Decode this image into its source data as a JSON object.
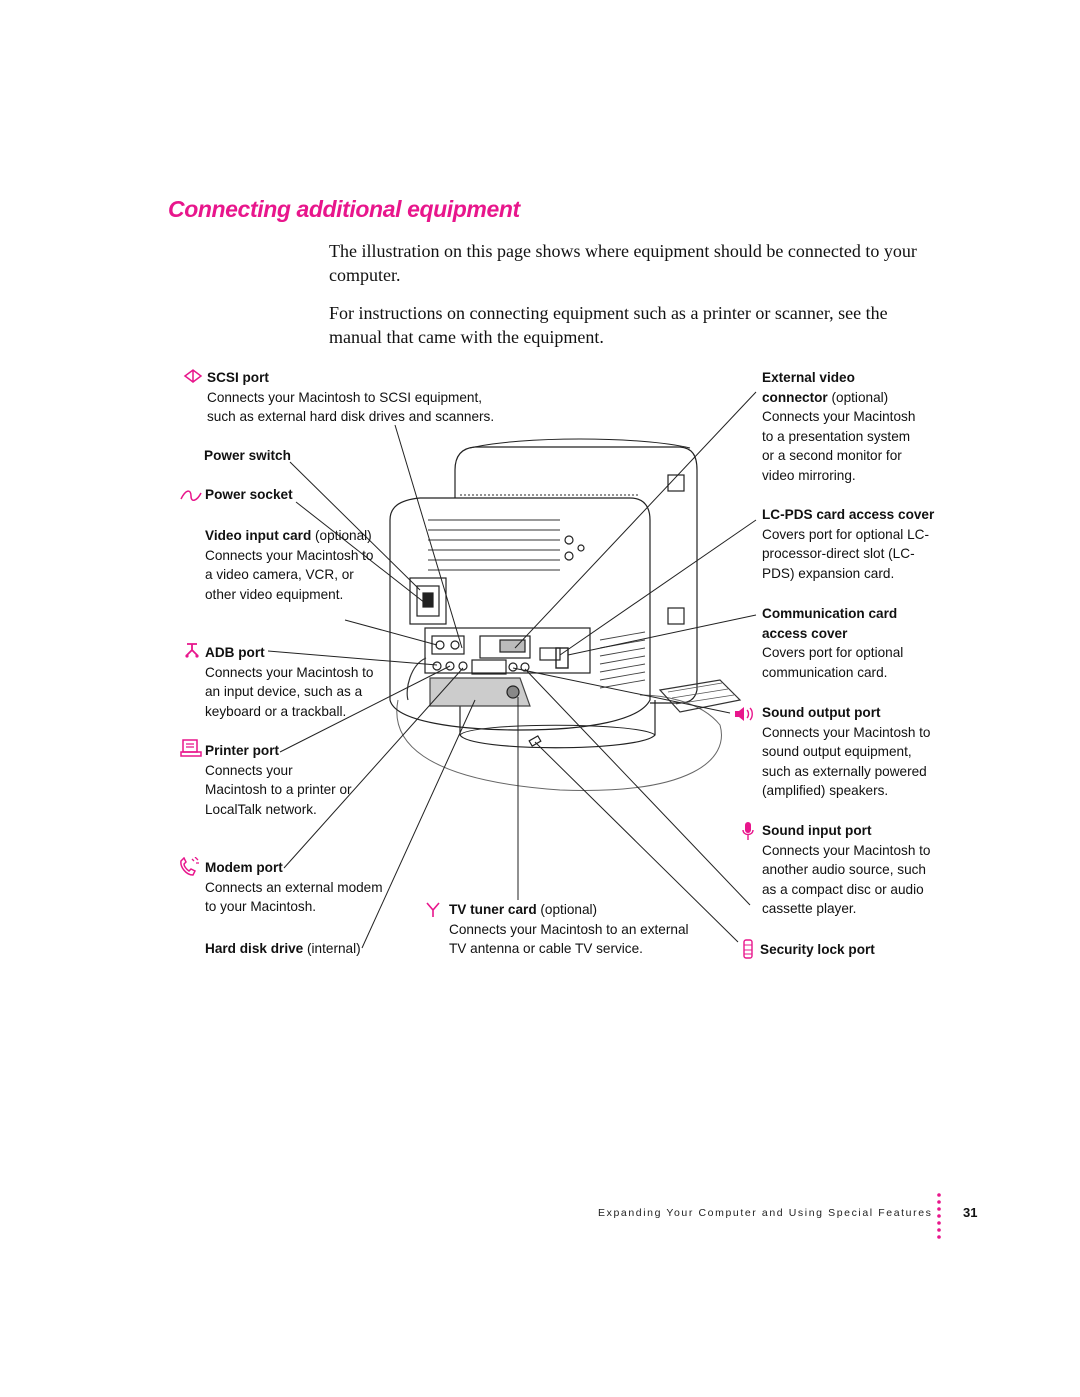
{
  "heading": "Connecting additional equipment",
  "intro": [
    "The illustration on this page shows where equipment should be connected to your computer.",
    "For instructions on connecting equipment such as a printer or scanner, see the manual that came with the equipment."
  ],
  "labels": {
    "scsi": {
      "title": "SCSI port",
      "desc": "Connects your Macintosh to SCSI equipment, such as external hard disk drives and scanners."
    },
    "power_switch": {
      "title": "Power switch"
    },
    "power_socket": {
      "title": "Power socket"
    },
    "video_input": {
      "title": "Video input card",
      "optional": "(optional)",
      "desc": "Connects your Macintosh to a video camera, VCR, or other video equipment."
    },
    "adb": {
      "title": "ADB port",
      "desc": "Connects your Macintosh to an input device, such as a keyboard or a trackball."
    },
    "printer": {
      "title": "Printer port",
      "desc": "Connects your Macintosh to a printer or LocalTalk network."
    },
    "modem": {
      "title": "Modem port",
      "desc": "Connects an external modem to your Macintosh."
    },
    "hard_disk": {
      "title": "Hard disk drive",
      "optional": "(internal)"
    },
    "tv_tuner": {
      "title": "TV tuner card",
      "optional": "(optional)",
      "desc": "Connects your Macintosh to an external TV antenna or cable TV service."
    },
    "external_video": {
      "title": "External video connector",
      "optional": "(optional)",
      "desc": "Connects your Macintosh to a presentation system or a second monitor for video mirroring."
    },
    "lc_pds": {
      "title": "LC-PDS card access cover",
      "desc": "Covers port for optional LC-processor-direct slot (LC-PDS) expansion card."
    },
    "communication": {
      "title": "Communication card access cover",
      "desc": "Covers port for optional communication card."
    },
    "sound_output": {
      "title": "Sound output port",
      "desc": "Connects your Macintosh to sound output equipment, such as externally powered (amplified) speakers."
    },
    "sound_input": {
      "title": "Sound input port",
      "desc": "Connects your Macintosh to another audio source, such as a compact disc or audio cassette player."
    },
    "security": {
      "title": "Security lock port"
    }
  },
  "icons": {
    "scsi": "scsi-diamond-icon",
    "power_socket": "power-wave-icon",
    "adb": "adb-icon",
    "printer": "printer-icon",
    "modem": "telephone-icon",
    "tv_tuner": "antenna-icon",
    "sound_output": "speaker-icon",
    "sound_input": "microphone-icon",
    "security": "lock-icon"
  },
  "accent_color": "#e8168c",
  "footer": {
    "chapter": "Expanding Your Computer and Using Special Features",
    "page": "31"
  }
}
